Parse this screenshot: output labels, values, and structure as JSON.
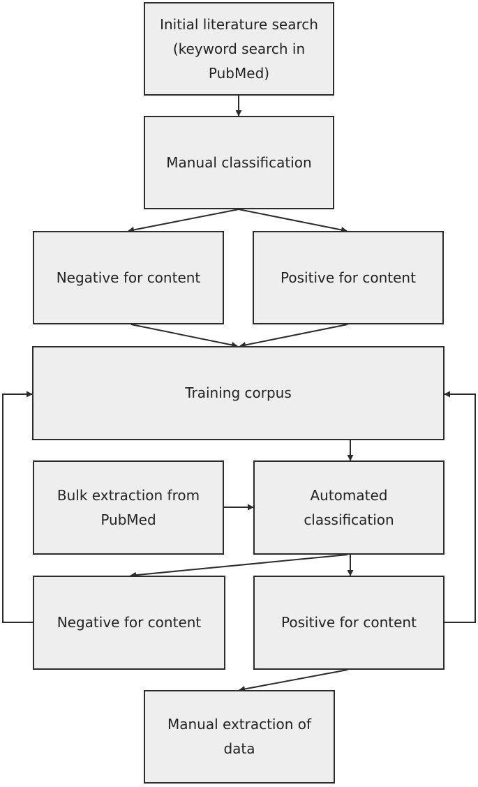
{
  "diagram": {
    "nodes": {
      "initial_search": "Initial literature search\n(keyword search in\nPubMed)",
      "manual_classification": "Manual classification",
      "negative_1": "Negative for content",
      "positive_1": "Positive for content",
      "training_corpus": "Training corpus",
      "bulk_extraction": "Bulk extraction from\nPubMed",
      "automated_classification": "Automated\nclassification",
      "negative_2": "Negative for content",
      "positive_2": "Positive for content",
      "manual_extraction": "Manual extraction of\ndata"
    },
    "edges": [
      {
        "from": "initial_search",
        "to": "manual_classification"
      },
      {
        "from": "manual_classification",
        "to": "negative_1"
      },
      {
        "from": "manual_classification",
        "to": "positive_1"
      },
      {
        "from": "negative_1",
        "to": "training_corpus"
      },
      {
        "from": "positive_1",
        "to": "training_corpus"
      },
      {
        "from": "training_corpus",
        "to": "automated_classification"
      },
      {
        "from": "bulk_extraction",
        "to": "automated_classification"
      },
      {
        "from": "automated_classification",
        "to": "negative_2"
      },
      {
        "from": "automated_classification",
        "to": "positive_2"
      },
      {
        "from": "negative_2",
        "to": "training_corpus"
      },
      {
        "from": "positive_2",
        "to": "training_corpus"
      },
      {
        "from": "positive_2",
        "to": "manual_extraction"
      }
    ]
  }
}
